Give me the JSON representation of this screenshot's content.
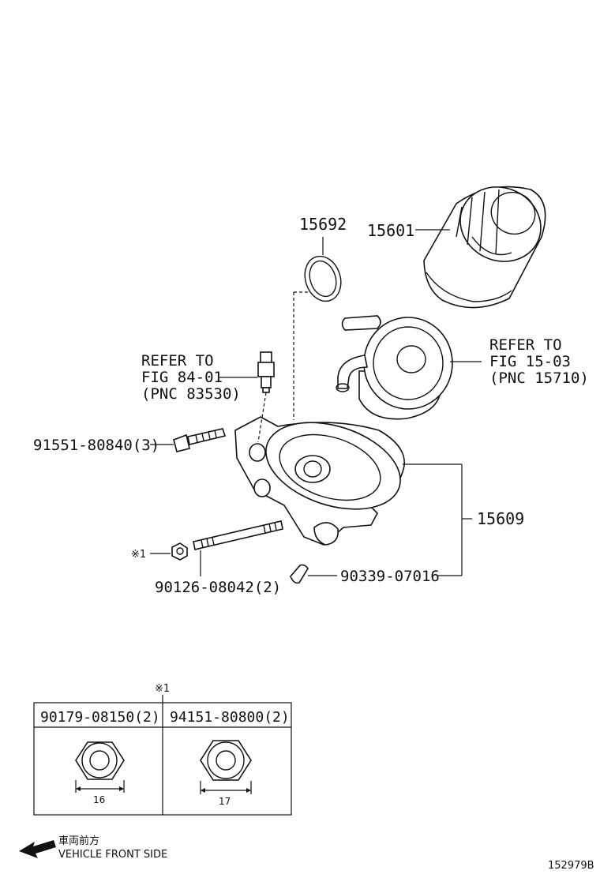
{
  "parts": {
    "p15692": "15692",
    "p15601": "15601",
    "p15609": "15609",
    "p91551": "91551-80840(3)",
    "p90126": "90126-08042(2)",
    "p90339": "90339-07016"
  },
  "refs": {
    "sensor": {
      "line1": "REFER TO",
      "line2": "FIG 84-01",
      "line3": "(PNC 83530)"
    },
    "cooler": {
      "line1": "REFER TO",
      "line2": "FIG 15-03",
      "line3": "(PNC 15710)"
    }
  },
  "note_mark": "※1",
  "table": {
    "mark": "※1",
    "col1": {
      "header": "90179-08150(2)",
      "size": "16"
    },
    "col2": {
      "header": "94151-80800(2)",
      "size": "17"
    }
  },
  "front": {
    "jp": "車両前方",
    "en": "VEHICLE FRONT SIDE"
  },
  "figure_id": "152979B"
}
